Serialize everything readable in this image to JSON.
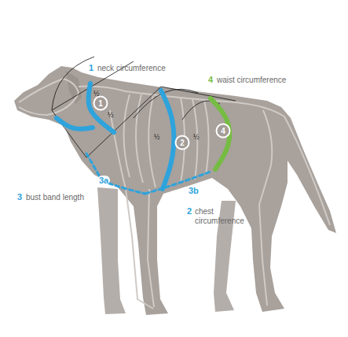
{
  "diagram": {
    "nodes": [
      {
        "text": [
          "1"
        ]
      },
      {
        "text": [
          "2"
        ]
      },
      {
        "text": [
          "4"
        ]
      }
    ],
    "labels": [
      "1",
      "neck circumference",
      "4",
      "waist circumference",
      "3",
      "bust band length",
      "2",
      "chest circumference",
      "3a",
      "3b",
      "½",
      "½",
      "½",
      "½"
    ]
  }
}
